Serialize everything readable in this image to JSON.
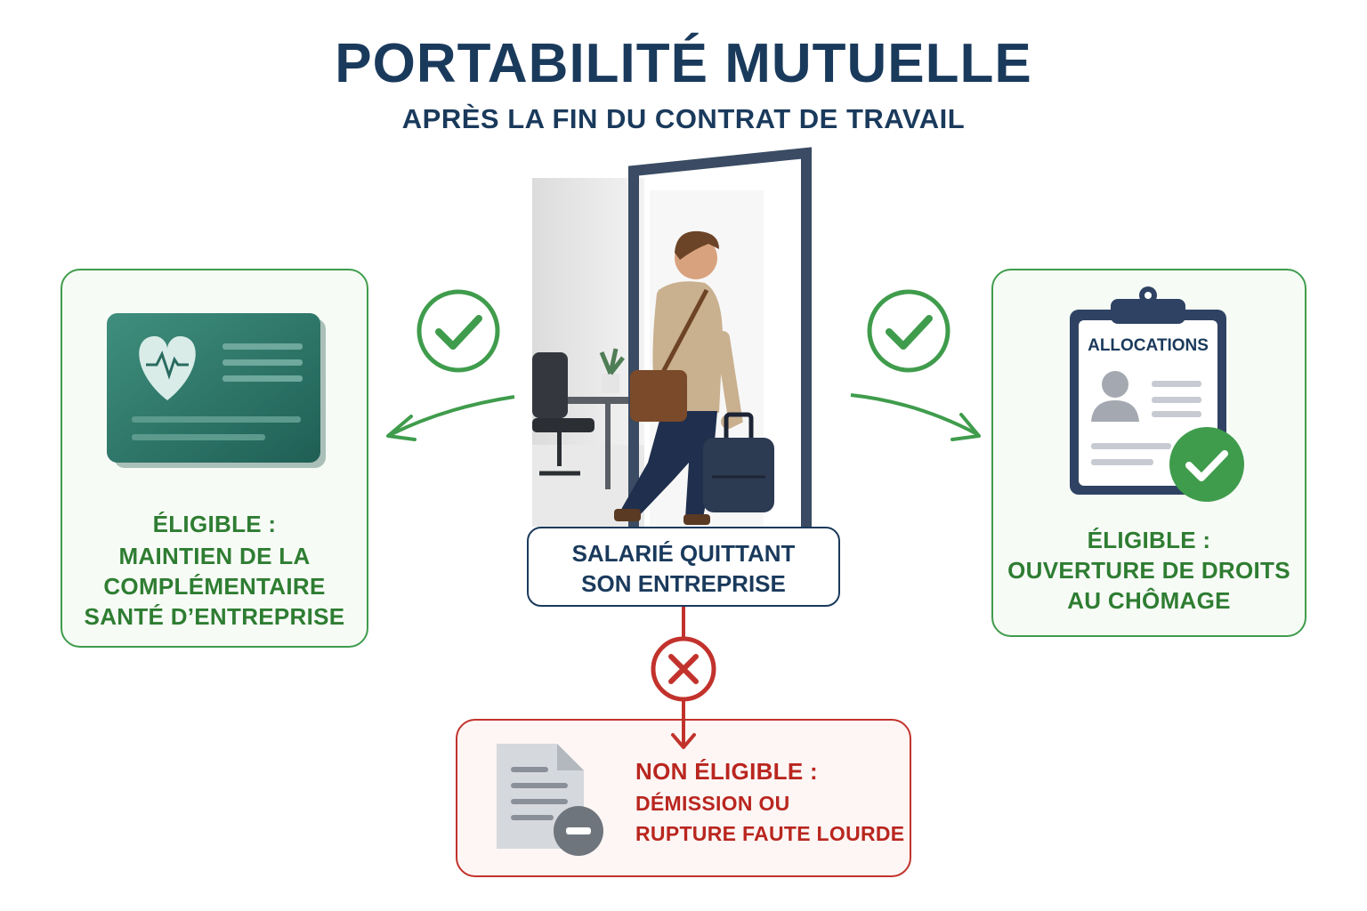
{
  "header": {
    "title": "PORTABILITÉ MUTUELLE",
    "subtitle": "APRÈS LA FIN DU CONTRAT DE TRAVAIL"
  },
  "center": {
    "label_line1": "SALARIÉ QUITTANT",
    "label_line2": "SON ENTREPRISE"
  },
  "left_card": {
    "status": "ÉLIGIBLE :",
    "line1": "MAINTIEN DE LA",
    "line2": "COMPLÉMENTAIRE",
    "line3": "SANTÉ D’ENTREPRISE"
  },
  "right_card": {
    "doc_title": "ALLOCATIONS",
    "status": "ÉLIGIBLE :",
    "line1": "OUVERTURE DE DROITS",
    "line2": "AU CHÔMAGE"
  },
  "bottom_card": {
    "status": "NON ÉLIGIBLE :",
    "line1": "DÉMISSION OU",
    "line2": "RUPTURE FAUTE LOURDE"
  },
  "colors": {
    "navy": "#1a3a5c",
    "green": "#3f9c4c",
    "red": "#c2322c",
    "teal": "#2f7a6c"
  },
  "icons": [
    "check-circle-icon",
    "cross-circle-icon",
    "health-card-icon",
    "clipboard-icon",
    "document-minus-icon",
    "person-leaving-illustration"
  ]
}
